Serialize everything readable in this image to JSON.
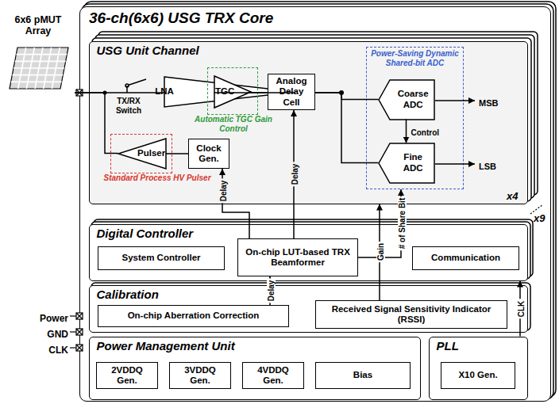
{
  "diagram": {
    "nodes": [
      {
        "text": [
          "6x6 pMUT Array"
        ]
      },
      {
        "text": [
          "36-ch(6x6) USG TRX Core"
        ]
      },
      {
        "text": [
          "USG Unit Channel"
        ],
        "in": 1
      },
      {
        "text": [
          "LNA"
        ],
        "in": 2
      },
      {
        "text": [
          "Automatic TGC Gain Control"
        ],
        "in": 2
      },
      {
        "text": [
          "TGC"
        ],
        "in": 4
      },
      {
        "text": [
          "Analog Delay Cell"
        ],
        "in": 2
      },
      {
        "text": [
          "Power-Saving Dynamic Shared-bit ADC"
        ],
        "in": 2
      },
      {
        "text": [
          "Coarse ADC"
        ],
        "in": 7
      },
      {
        "text": [
          "Fine ADC"
        ],
        "in": 7
      },
      {
        "text": [
          "Standard Process HV Pulser"
        ],
        "in": 2
      },
      {
        "text": [
          "Pulser"
        ],
        "in": 10
      },
      {
        "text": [
          "Clock Gen."
        ],
        "in": 2
      },
      {
        "text": [
          "Digital Controller"
        ],
        "in": 1
      },
      {
        "text": [
          "System Controller"
        ],
        "in": 13
      },
      {
        "text": [
          "On-chip LUT-based TRX Beamformer"
        ],
        "in": 13
      },
      {
        "text": [
          "Communication"
        ],
        "in": 13
      },
      {
        "text": [
          "Calibration"
        ],
        "in": 1
      },
      {
        "text": [
          "On-chip Aberration Correction"
        ],
        "in": 17
      },
      {
        "text": [
          "Received Signal Sensitivity Indicator (RSSI)"
        ],
        "in": 17
      },
      {
        "text": [
          "Power Management Unit"
        ],
        "in": 1
      },
      {
        "text": [
          "2VDDQ Gen."
        ],
        "in": 20
      },
      {
        "text": [
          "3VDDQ Gen."
        ],
        "in": 20
      },
      {
        "text": [
          "4VDDQ Gen."
        ],
        "in": 20
      },
      {
        "text": [
          "Bias"
        ],
        "in": 20
      },
      {
        "text": [
          "PLL"
        ],
        "in": 1
      },
      {
        "text": [
          "X10 Gen."
        ],
        "in": 25
      }
    ],
    "edges": [
      {
        "from": 0,
        "to": 3,
        "arrow": "none"
      },
      {
        "from": 11,
        "to": 0,
        "arrow": "none"
      },
      {
        "from": 3,
        "to": 5,
        "arrow": "none"
      },
      {
        "from": 5,
        "to": 6,
        "arrow": "none"
      },
      {
        "from": 6,
        "to": 8,
        "arrow": "none"
      },
      {
        "from": 6,
        "to": 9,
        "arrow": "none"
      },
      {
        "from": 8,
        "to": 9,
        "label": "Control",
        "arrow": "to"
      },
      {
        "from": 12,
        "to": 11,
        "arrow": "none"
      },
      {
        "from": 15,
        "to": 12,
        "label": "Delay",
        "arrow": "to"
      },
      {
        "from": 15,
        "to": 6,
        "label": "Delay",
        "arrow": "to"
      },
      {
        "from": 15,
        "to": 7,
        "label": "# of Share Bit",
        "arrow": "to"
      },
      {
        "from": 19,
        "to": 2,
        "label": "Gain",
        "arrow": "to"
      },
      {
        "from": 18,
        "to": 15,
        "label": "Delay",
        "arrow": "to"
      },
      {
        "from": 25,
        "to": 13,
        "label": "CLK",
        "arrow": "to"
      }
    ],
    "labels": [
      "TX/RX Switch",
      "MSB",
      "LSB",
      "x4",
      "x9",
      "Power",
      "GND",
      "CLK"
    ]
  }
}
